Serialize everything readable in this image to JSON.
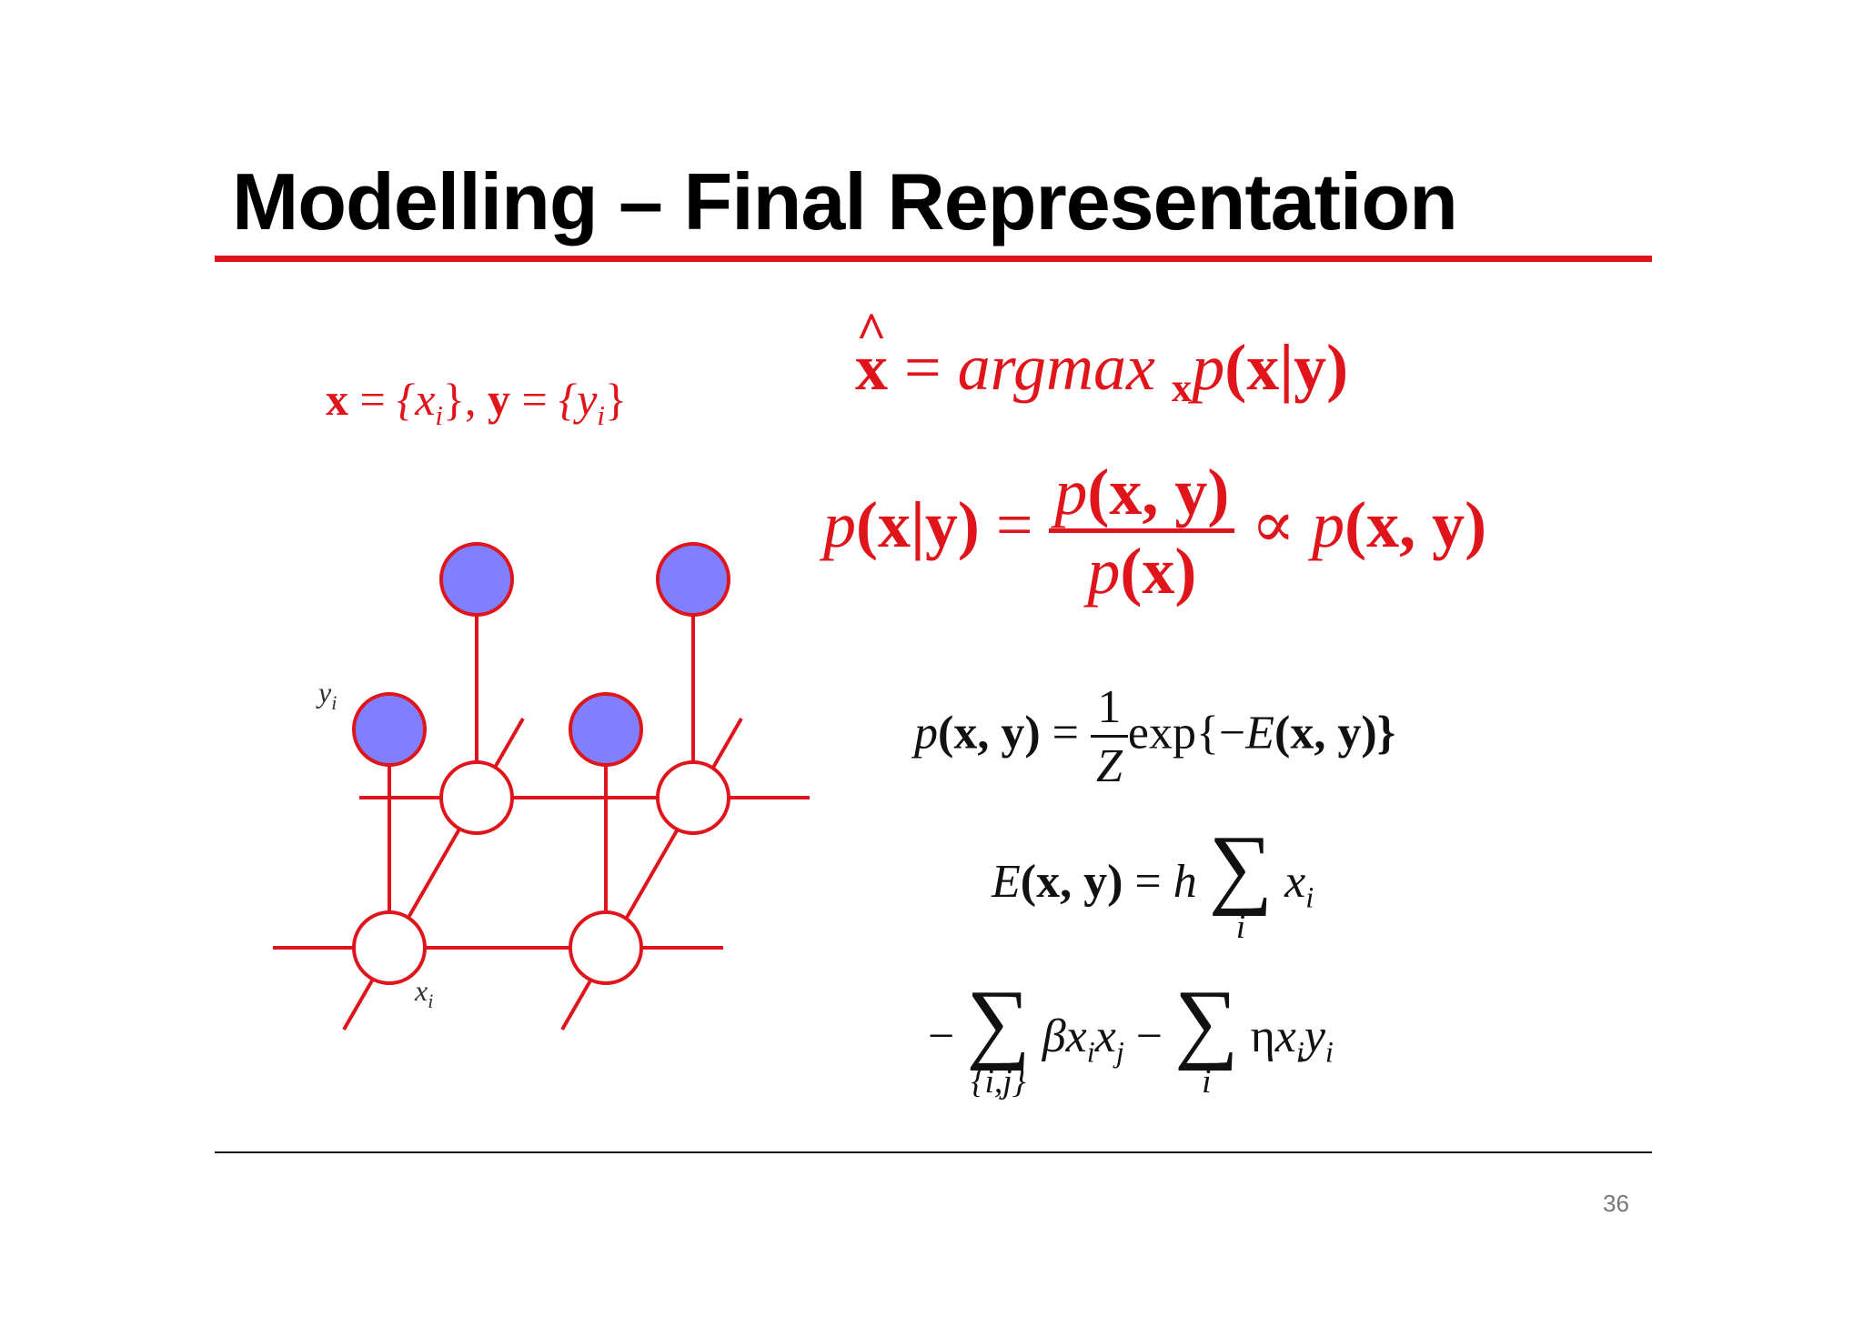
{
  "slide": {
    "title": "Modelling – Final Representation",
    "page_number": "36",
    "accent_color": "#e0151b",
    "node_observed_color": "#8080ff"
  },
  "eq_sets": {
    "x_label": "x",
    "eq": "=",
    "x_set": "{x",
    "x_sub": "i",
    "close1": "},",
    "y_label": "y",
    "eq2": "=",
    "y_set": "{y",
    "y_sub": "i",
    "close2": "}"
  },
  "eq_argmax": {
    "xhat": "x",
    "eq": "=",
    "argmax": "argmax",
    "sub": "x",
    "p": "p",
    "args": "(x|y)"
  },
  "eq_bayes": {
    "lhs_p": "p",
    "lhs_args": "(x|y)",
    "eq": "=",
    "num_p": "p",
    "num_args": "(x, y)",
    "den_p": "p",
    "den_args": "(x)",
    "prop": "∝",
    "rhs_p": "p",
    "rhs_args": "(x, y)"
  },
  "eq_joint": {
    "lhs_p": "p",
    "lhs_args": "(x, y)",
    "eq": "=",
    "num": "1",
    "den": "Z",
    "exp": "exp{−",
    "E": "E",
    "args": "(x, y)}"
  },
  "eq_energy": {
    "E": "E",
    "args": "(x, y)",
    "eq": "=",
    "h": "h",
    "sum": "∑",
    "sum_lim": "i",
    "x": "x",
    "x_sub": "i"
  },
  "eq_energy2": {
    "minus1": "−",
    "sum1": "∑",
    "sum1_lim": "{i,j}",
    "beta": "β",
    "x1": "x",
    "x1_sub": "i",
    "x2": "x",
    "x2_sub": "j",
    "minus2": "−",
    "sum2": "∑",
    "sum2_lim": "i",
    "eta": "η",
    "x3": "x",
    "x3_sub": "i",
    "y3": "y",
    "y3_sub": "i"
  },
  "diagram": {
    "label_y": "y",
    "label_y_sub": "i",
    "label_x": "x",
    "label_x_sub": "i"
  }
}
